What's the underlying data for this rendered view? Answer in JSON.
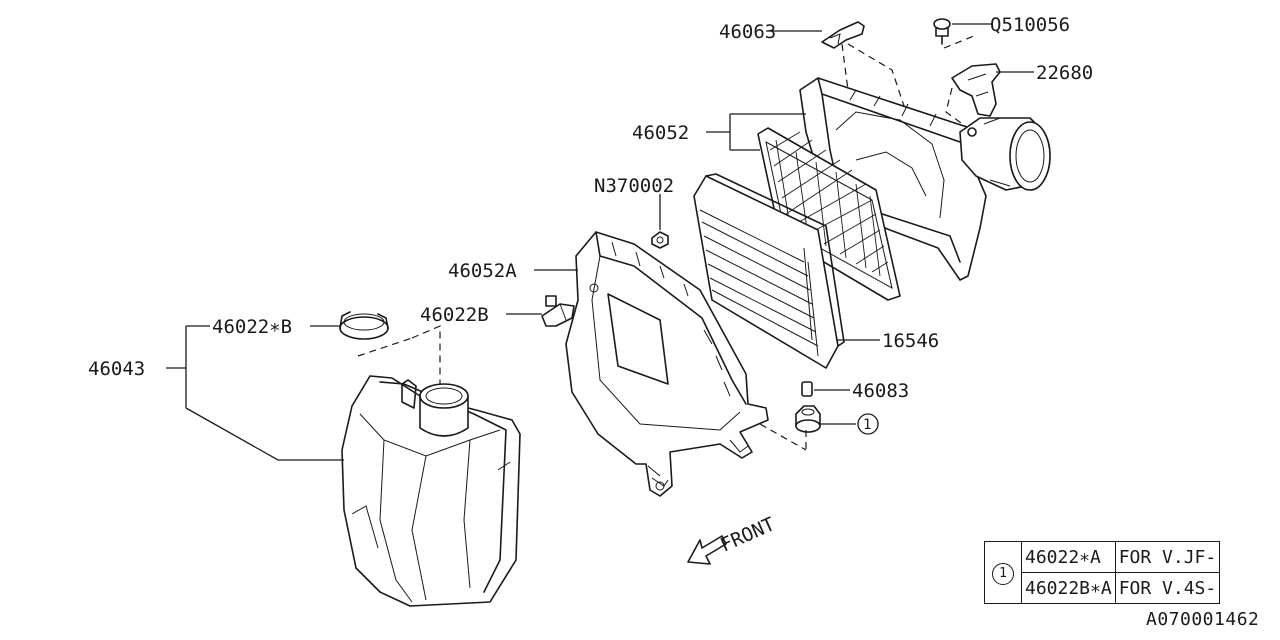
{
  "callouts": {
    "p46063": "46063",
    "pQ510056": "Q510056",
    "p22680": "22680",
    "p46052": "46052",
    "pN370002": "N370002",
    "p46052A": "46052A",
    "p46022B": "46022B",
    "p46022xB": "46022∗B",
    "p46043": "46043",
    "p16546": "16546",
    "p46083": "46083",
    "ref1": "1"
  },
  "front_label": "FRONT",
  "table": {
    "marker": "1",
    "rows": [
      {
        "part": "46022∗A",
        "note": "FOR V.JF-"
      },
      {
        "part": "46022B∗A",
        "note": "FOR V.4S-"
      }
    ]
  },
  "diagram_id": "A070001462"
}
